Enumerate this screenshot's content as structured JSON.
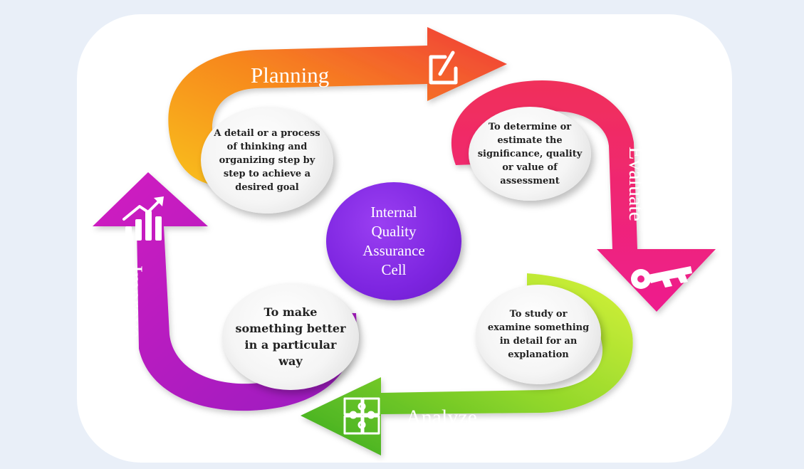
{
  "center": {
    "title": "Internal\nQuality\nAssurance\nCell"
  },
  "stages": {
    "planning": {
      "label": "Planning",
      "icon": "note-edit-icon",
      "color": "#f7a51b",
      "description": "A detail or a process\nof thinking and\norganizing step by\nstep to achieve a\ndesired goal"
    },
    "evaluate": {
      "label": "Evaluate",
      "icon": "key-icon",
      "color": "#f0238c",
      "description": "To determine or\nestimate the\nsignificance, quality\nor value of\nassessment"
    },
    "analyze": {
      "label": "Analyze",
      "icon": "puzzle-icon",
      "color": "#5cc21f",
      "description": "To study or\nexamine something\nin detail for an\nexplanation"
    },
    "improve": {
      "label": "Improve",
      "icon": "growth-chart-icon",
      "color": "#c01fb8",
      "description": "To make\nsomething better\nin a particular\nway"
    }
  }
}
